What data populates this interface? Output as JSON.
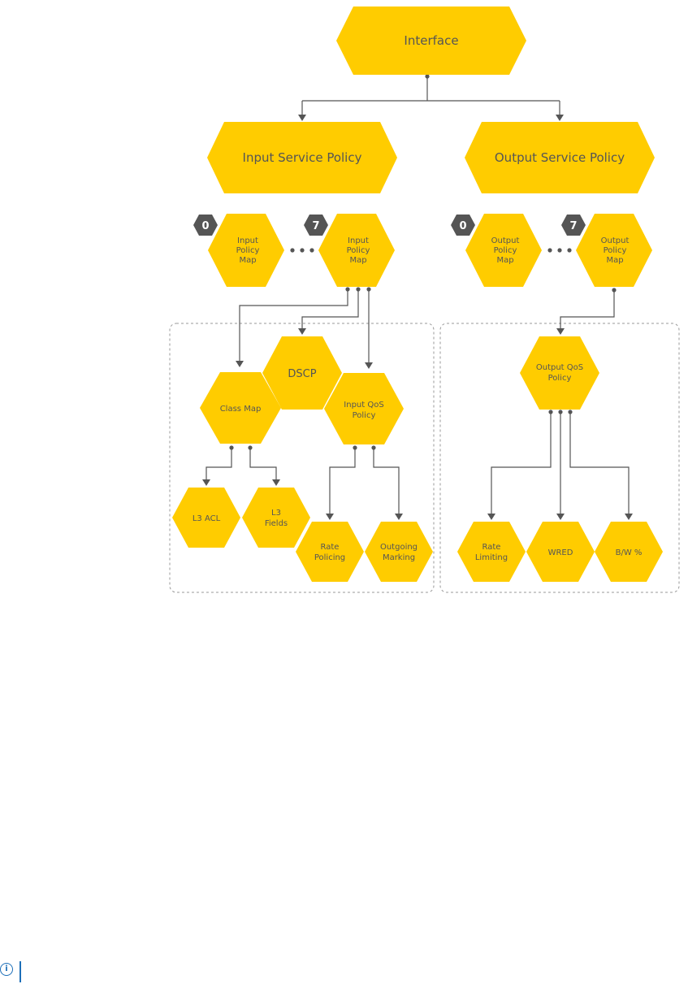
{
  "diagram": {
    "interface": "Interface",
    "input_service_policy": "Input Service Policy",
    "output_service_policy": "Output Service Policy",
    "input_policy_map_first": {
      "badge": "0",
      "line1": "Input",
      "line2": "Policy",
      "line3": "Map"
    },
    "input_policy_map_last": {
      "badge": "7",
      "line1": "Input",
      "line2": "Policy",
      "line3": "Map"
    },
    "output_policy_map_first": {
      "badge": "0",
      "line1": "Output",
      "line2": "Policy",
      "line3": "Map"
    },
    "output_policy_map_last": {
      "badge": "7",
      "line1": "Output",
      "line2": "Policy",
      "line3": "Map"
    },
    "dscp": "DSCP",
    "class_map": "Class Map",
    "input_qos_policy": {
      "line1": "Input QoS",
      "line2": "Policy"
    },
    "l3_acl": "L3 ACL",
    "l3_fields": {
      "line1": "L3",
      "line2": "Fields"
    },
    "rate_policing": {
      "line1": "Rate",
      "line2": "Policing"
    },
    "outgoing_marking": {
      "line1": "Outgoing",
      "line2": "Marking"
    },
    "output_qos_policy": {
      "line1": "Output QoS",
      "line2": "Policy"
    },
    "rate_limiting": {
      "line1": "Rate",
      "line2": "Limiting"
    },
    "wred": "WRED",
    "bw_percent": "B/W %"
  },
  "colors": {
    "hexagon_fill": "#FFCC00",
    "text_and_lines": "#555555",
    "badge_fill": "#555555",
    "group_border": "#9a9a9a",
    "note_icon": "#1d6fb8"
  },
  "icons": {
    "note": "info-circle-icon"
  }
}
